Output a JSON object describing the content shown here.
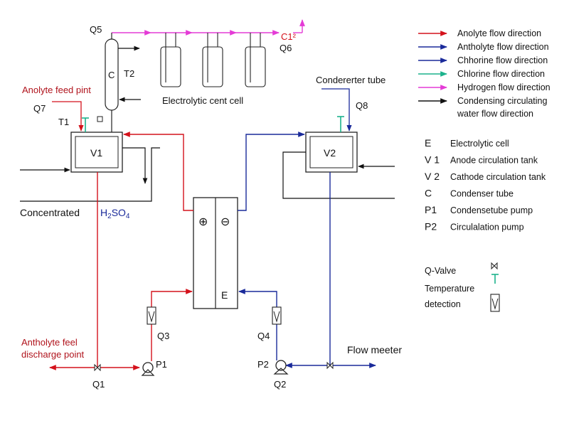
{
  "colors": {
    "anolyte": "#d4121c",
    "catholyte": "#1a2a9a",
    "chlorine": "#1cb28c",
    "hydrogen": "#e43bd6",
    "water": "#111111",
    "diagram_text_red": "#b0131c",
    "diagram_text_blue": "#1a2a9a"
  },
  "labels": {
    "q5": "Q5",
    "q6": "Q6",
    "q7": "Q7",
    "q8": "Q8",
    "cl2": "C1²",
    "condenser_c": "C",
    "t2": "T2",
    "t1": "T1",
    "electrolytic_cell": "Electrolytic cent cell",
    "anolyte_feed_point": "Anolyte feed pint",
    "condenser_tube": "Condererter tube",
    "v1": "V1",
    "v2": "V2",
    "concentrated": "Concentrated",
    "h2so4": "H2SO4",
    "plus": "⊕",
    "minus": "⊖",
    "cell_e": "E",
    "q3": "Q3",
    "q4": "Q4",
    "p1": "P1",
    "p2": "P2",
    "q1": "Q1",
    "q2": "Q2",
    "flow_meter": "Flow meeter",
    "discharge_line1": "Antholyte feel",
    "discharge_line2": "discharge point"
  },
  "legend": {
    "flows": [
      {
        "label": "Anolyte flow direction",
        "color": "#d4121c"
      },
      {
        "label": "Antholyte flow direction",
        "color": "#1a2a9a"
      },
      {
        "label": "Chhorine flow direction",
        "color": "#1a2a9a"
      },
      {
        "label": "Chlorine flow direction",
        "color": "#1cb28c"
      },
      {
        "label": "Hydrogen flow direction",
        "color": "#e43bd6"
      },
      {
        "label_line1": "Condensing circulating",
        "label_line2": "water flow direction",
        "color": "#111111"
      }
    ],
    "abbreviations": [
      {
        "key": "E",
        "desc": "Electrolytic cell"
      },
      {
        "key": "V 1",
        "desc": "Anode circulation tank"
      },
      {
        "key": "V 2",
        "desc": "Cathode circulation tank"
      },
      {
        "key": "C",
        "desc": "Condenser tube"
      },
      {
        "key": "P1",
        "desc": "Condensetube pump"
      },
      {
        "key": "P2",
        "desc": "Circulalation pump"
      }
    ],
    "symbols": {
      "q_valve": "Q-Valve",
      "temp_line1": "Temperature",
      "temp_line2": "detection"
    }
  }
}
